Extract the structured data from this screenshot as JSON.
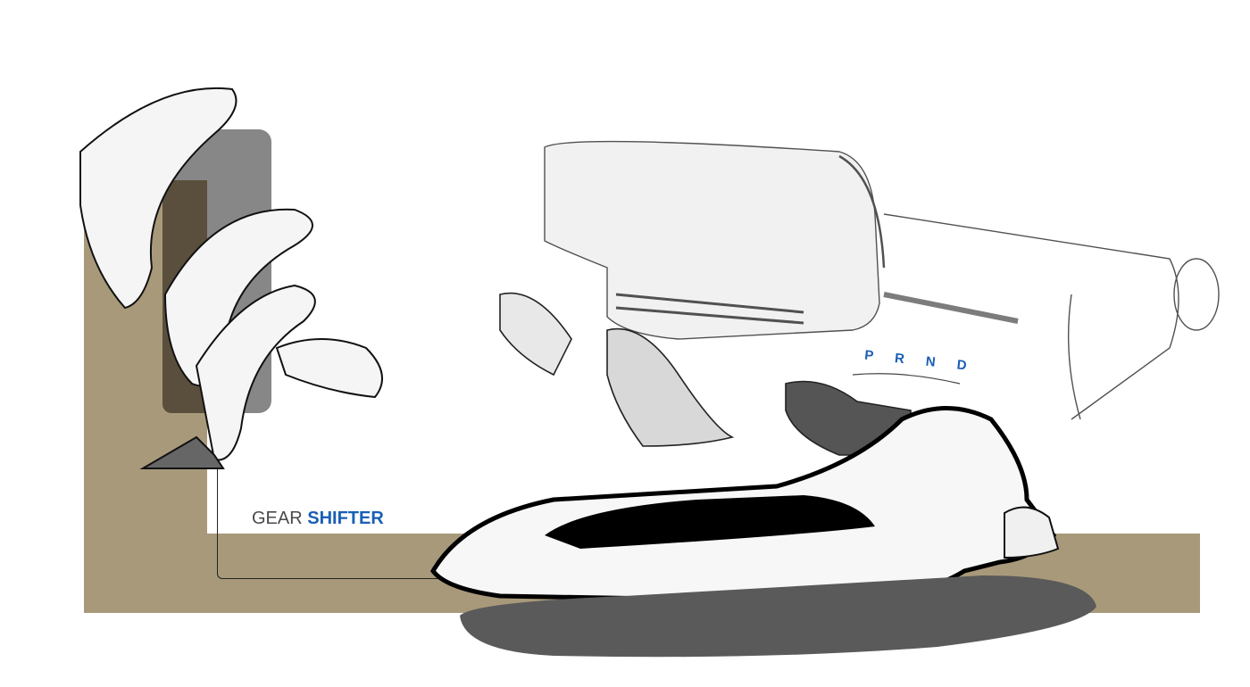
{
  "artwork": {
    "description": "Automotive interior design sketch of a gear shifter concept with exploded views, dashboard and console",
    "colors": {
      "background": "#ffffff",
      "tan_panel": "#a8997a",
      "grey_panel": "#7a7a7a",
      "shadow": "#555555",
      "accent_blue": "#1a5fb4",
      "title_grey": "#4a4a4a"
    }
  },
  "title": {
    "part1": "GEAR",
    "part2": "SHIFTER"
  },
  "shift_label": "P R N D"
}
